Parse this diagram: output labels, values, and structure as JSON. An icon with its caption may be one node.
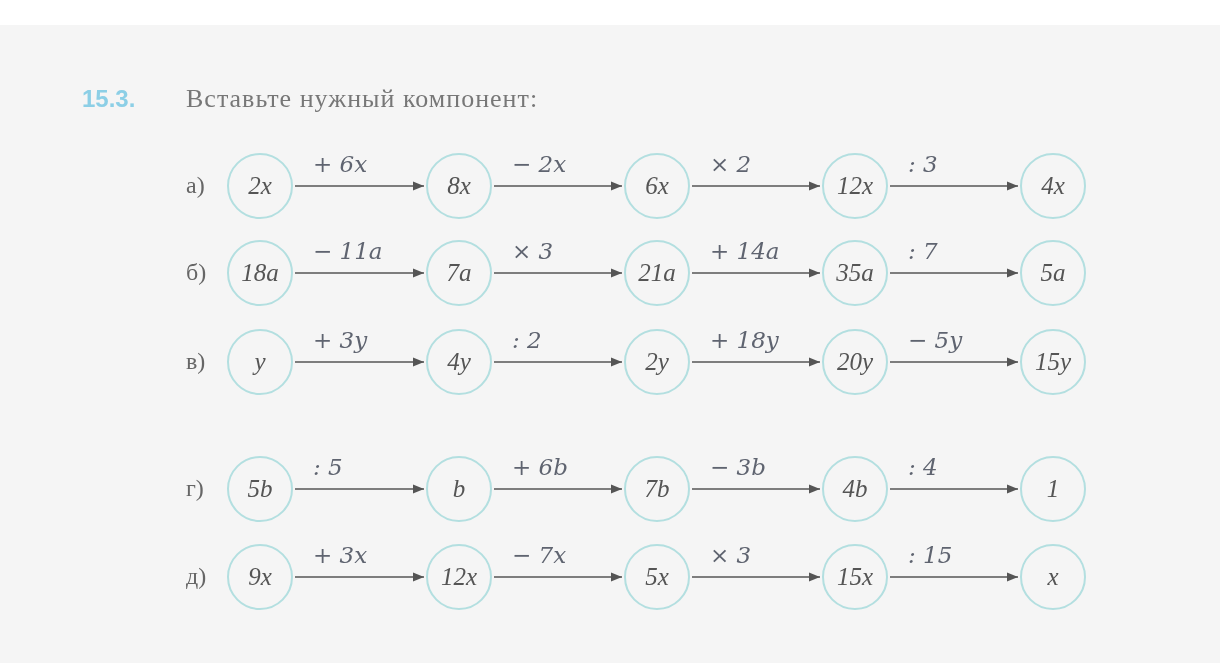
{
  "diagram": {
    "nodes": [
      {
        "text": [
          "2x"
        ]
      },
      {
        "text": [
          "8x"
        ]
      },
      {
        "text": [
          "6x"
        ]
      },
      {
        "text": [
          "12x"
        ]
      },
      {
        "text": [
          "4x"
        ]
      },
      {
        "text": [
          "18a"
        ]
      },
      {
        "text": [
          "7a"
        ]
      },
      {
        "text": [
          "21a"
        ]
      },
      {
        "text": [
          "35a"
        ]
      },
      {
        "text": [
          "5a"
        ]
      },
      {
        "text": [
          "y"
        ]
      },
      {
        "text": [
          "4y"
        ]
      },
      {
        "text": [
          "2y"
        ]
      },
      {
        "text": [
          "20y"
        ]
      },
      {
        "text": [
          "15y"
        ]
      },
      {
        "text": [
          "5b"
        ]
      },
      {
        "text": [
          "b"
        ]
      },
      {
        "text": [
          "7b"
        ]
      },
      {
        "text": [
          "4b"
        ]
      },
      {
        "text": [
          "1"
        ]
      },
      {
        "text": [
          "9x"
        ]
      },
      {
        "text": [
          "12x"
        ]
      },
      {
        "text": [
          "5x"
        ]
      },
      {
        "text": [
          "15x"
        ]
      },
      {
        "text": [
          "x"
        ]
      }
    ],
    "edges": [
      {
        "from": 0,
        "to": 1,
        "arrow": "to",
        "label": "+ 6x"
      },
      {
        "from": 1,
        "to": 2,
        "arrow": "to",
        "label": "− 2x"
      },
      {
        "from": 2,
        "to": 3,
        "arrow": "to",
        "label": "× 2"
      },
      {
        "from": 3,
        "to": 4,
        "arrow": "to",
        "label": ": 3"
      },
      {
        "from": 5,
        "to": 6,
        "arrow": "to",
        "label": "− 11a"
      },
      {
        "from": 6,
        "to": 7,
        "arrow": "to",
        "label": "× 3"
      },
      {
        "from": 7,
        "to": 8,
        "arrow": "to",
        "label": "+ 14a"
      },
      {
        "from": 8,
        "to": 9,
        "arrow": "to",
        "label": ": 7"
      },
      {
        "from": 10,
        "to": 11,
        "arrow": "to",
        "label": "+ 3y"
      },
      {
        "from": 11,
        "to": 12,
        "arrow": "to",
        "label": ": 2"
      },
      {
        "from": 12,
        "to": 13,
        "arrow": "to",
        "label": "+ 18y"
      },
      {
        "from": 13,
        "to": 14,
        "arrow": "to",
        "label": "− 5y"
      },
      {
        "from": 15,
        "to": 16,
        "arrow": "to",
        "label": ": 5"
      },
      {
        "from": 16,
        "to": 17,
        "arrow": "to",
        "label": "+ 6b"
      },
      {
        "from": 17,
        "to": 18,
        "arrow": "to",
        "label": "− 3b"
      },
      {
        "from": 18,
        "to": 19,
        "arrow": "to",
        "label": ": 4"
      },
      {
        "from": 20,
        "to": 21,
        "arrow": "to",
        "label": "+ 3x"
      },
      {
        "from": 21,
        "to": 22,
        "arrow": "to",
        "label": "− 7x"
      },
      {
        "from": 22,
        "to": 23,
        "arrow": "to",
        "label": "× 3"
      },
      {
        "from": 23,
        "to": 24,
        "arrow": "to",
        "label": ": 15"
      }
    ],
    "labels": [
      "15.3.",
      "Вставьте нужный компонент:",
      "а)",
      "б)",
      "в)",
      "г)",
      "д)"
    ]
  }
}
